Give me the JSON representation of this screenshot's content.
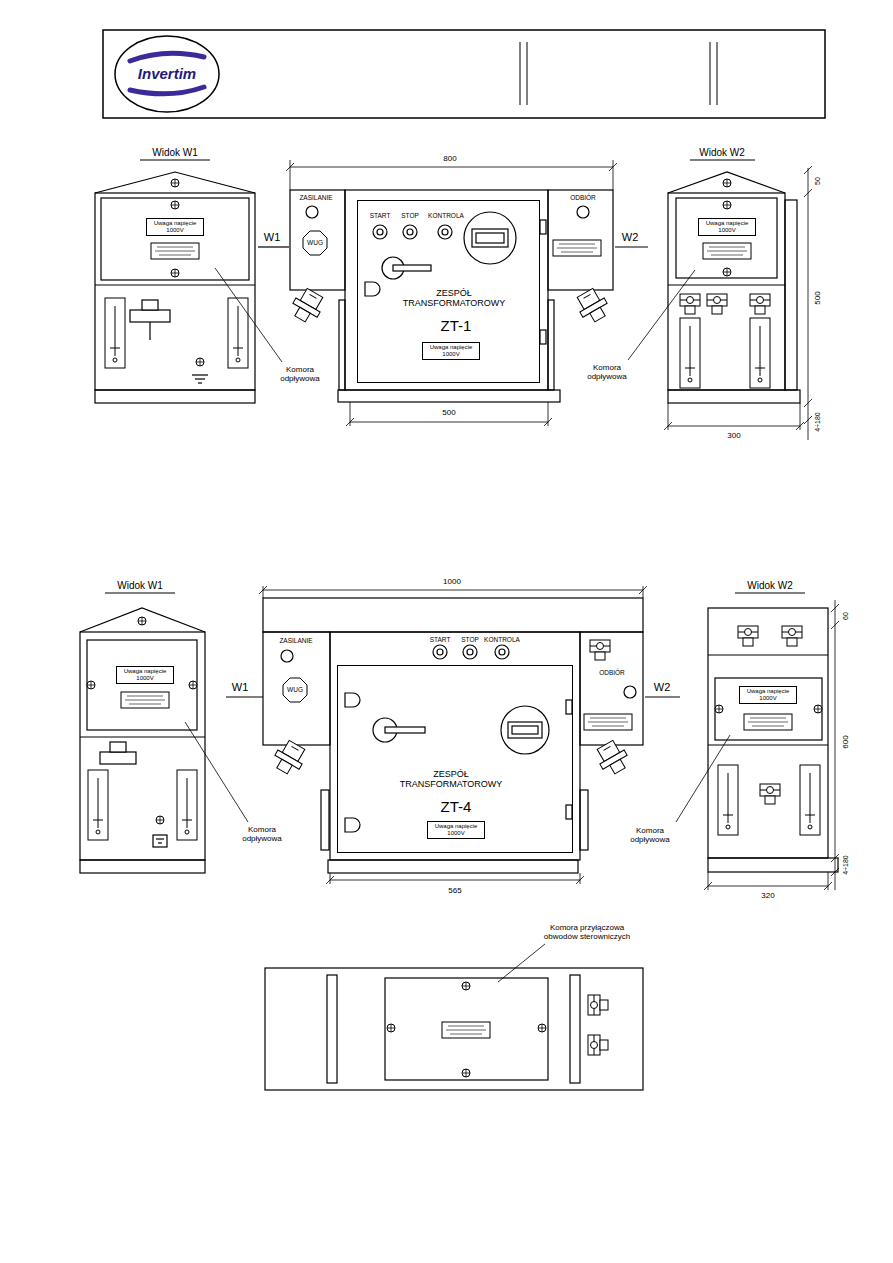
{
  "diagram": {
    "nodes": [
      {
        "text": [
          "Uwaga napięcie 1000V"
        ]
      },
      {
        "text": [
          "ZESPÓŁ TRANSFORMATOROWY",
          "ZT-1"
        ]
      },
      {
        "text": [
          "Uwaga napięcie 1000V"
        ],
        "in": 1
      },
      {
        "text": [
          "Uwaga napięcie 1000V"
        ]
      },
      {
        "text": [
          "Uwaga napięcie 1000V"
        ]
      },
      {
        "text": [
          "ZESPÓŁ TRANSFORMATOROWY",
          "ZT-4"
        ]
      },
      {
        "text": [
          "Uwaga napięcie 1000V"
        ],
        "in": 5
      },
      {
        "text": [
          "Uwaga napięcie 1000V"
        ]
      }
    ],
    "labels": [
      "Invertim",
      "Widok W1",
      "800",
      "Widok W2",
      "50",
      "ZASILANIE",
      "START",
      "STOP",
      "KONTROLA",
      "ODBIÓR",
      "W1",
      "WUG",
      "W2",
      "500",
      "Komora odpływowa",
      "Komora odpływowa",
      "500",
      "300",
      "4÷180",
      "Widok W1",
      "1000",
      "Widok W2",
      "ZASILANIE",
      "START",
      "STOP",
      "KONTROLA",
      "60",
      "W1",
      "WUG",
      "ODBIÓR",
      "W2",
      "600",
      "Komora odpływowa",
      "Komora odpływowa",
      "4÷180",
      "565",
      "320",
      "Komora przyłączowa obwodów sterowniczych"
    ]
  }
}
